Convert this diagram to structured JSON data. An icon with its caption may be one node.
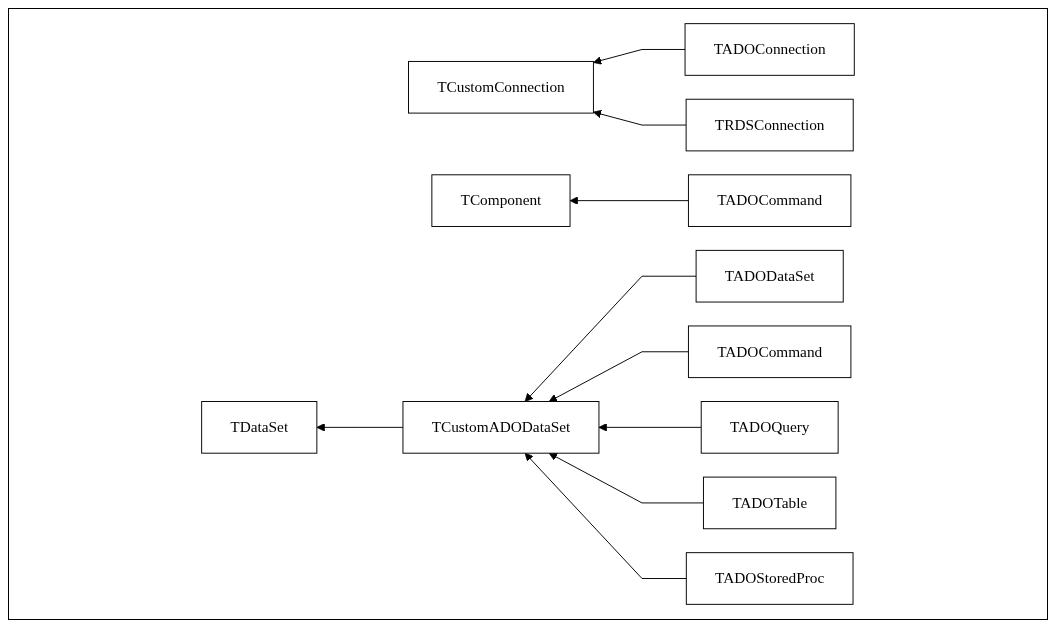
{
  "diagram": {
    "nodes": [
      {
        "text": [
          "TCustomConnection"
        ]
      },
      {
        "text": [
          "TADOConnection"
        ]
      },
      {
        "text": [
          "TRDSConnection"
        ]
      },
      {
        "text": [
          "TComponent"
        ]
      },
      {
        "text": [
          "TADOCommand"
        ]
      },
      {
        "text": [
          "TDataSet"
        ]
      },
      {
        "text": [
          "TCustomADODataSet"
        ]
      },
      {
        "text": [
          "TADODataSet"
        ]
      },
      {
        "text": [
          "TADOCommand"
        ]
      },
      {
        "text": [
          "TADOQuery"
        ]
      },
      {
        "text": [
          "TADOTable"
        ]
      },
      {
        "text": [
          "TADOStoredProc"
        ]
      }
    ],
    "edges": [
      {
        "from": 1,
        "to": 0,
        "arrow": "to"
      },
      {
        "from": 2,
        "to": 0,
        "arrow": "to"
      },
      {
        "from": 4,
        "to": 3,
        "arrow": "to"
      },
      {
        "from": 6,
        "to": 5,
        "arrow": "to"
      },
      {
        "from": 7,
        "to": 6,
        "arrow": "to"
      },
      {
        "from": 8,
        "to": 6,
        "arrow": "to"
      },
      {
        "from": 9,
        "to": 6,
        "arrow": "to"
      },
      {
        "from": 10,
        "to": 6,
        "arrow": "to"
      },
      {
        "from": 11,
        "to": 6,
        "arrow": "to"
      }
    ]
  }
}
